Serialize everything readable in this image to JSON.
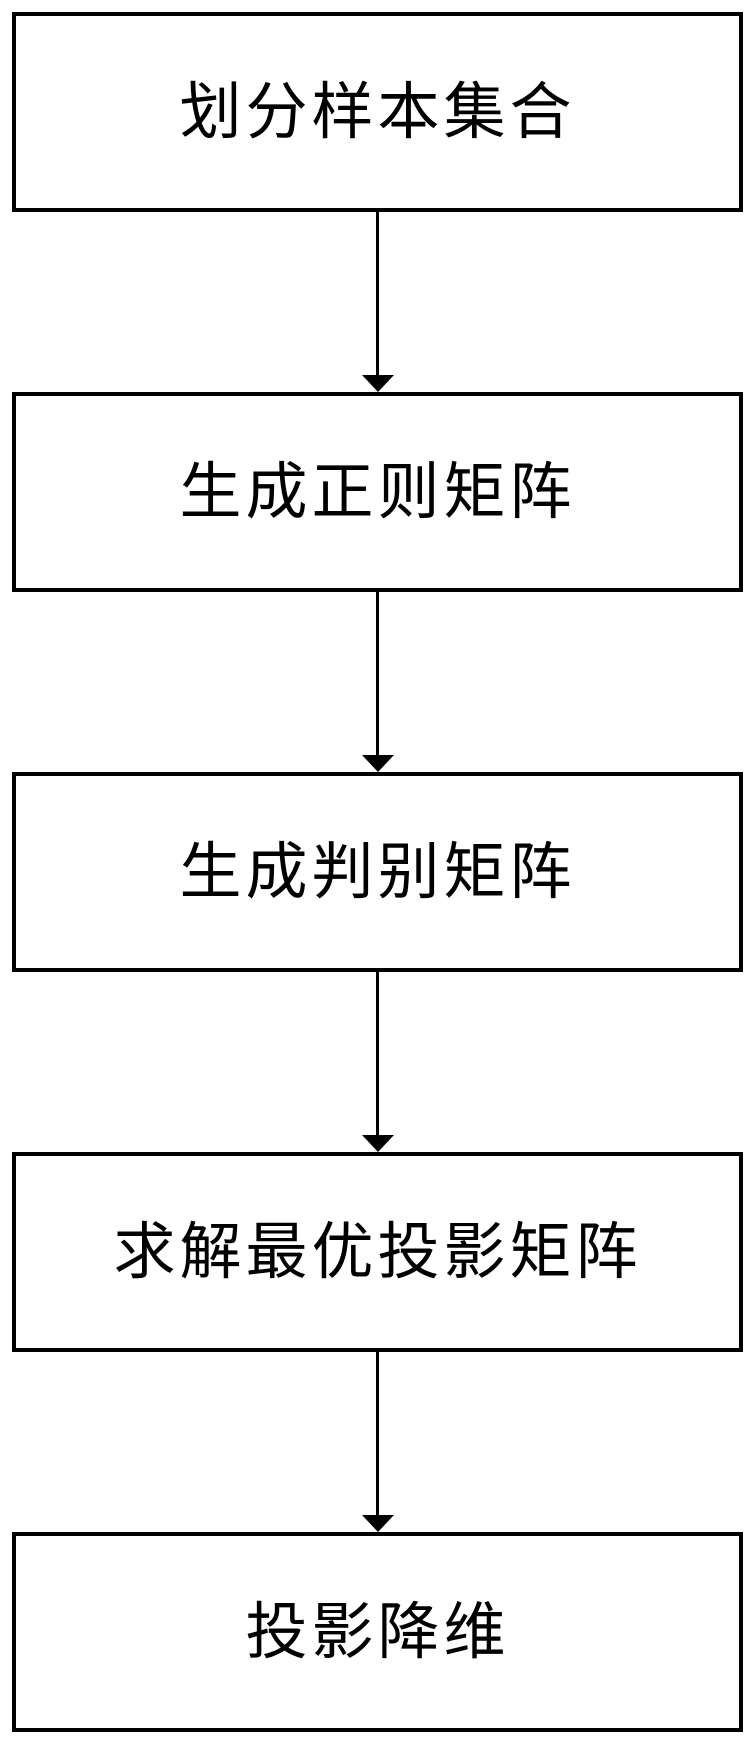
{
  "flowchart": {
    "type": "vertical-flowchart",
    "steps": [
      {
        "label": "划分样本集合"
      },
      {
        "label": "生成正则矩阵"
      },
      {
        "label": "生成判别矩阵"
      },
      {
        "label": "求解最优投影矩阵"
      },
      {
        "label": "投影降维"
      }
    ],
    "connector_style": "solid-line-with-filled-arrowhead-down",
    "colors": {
      "line": "#000000",
      "background": "#ffffff",
      "text": "#000000"
    }
  }
}
